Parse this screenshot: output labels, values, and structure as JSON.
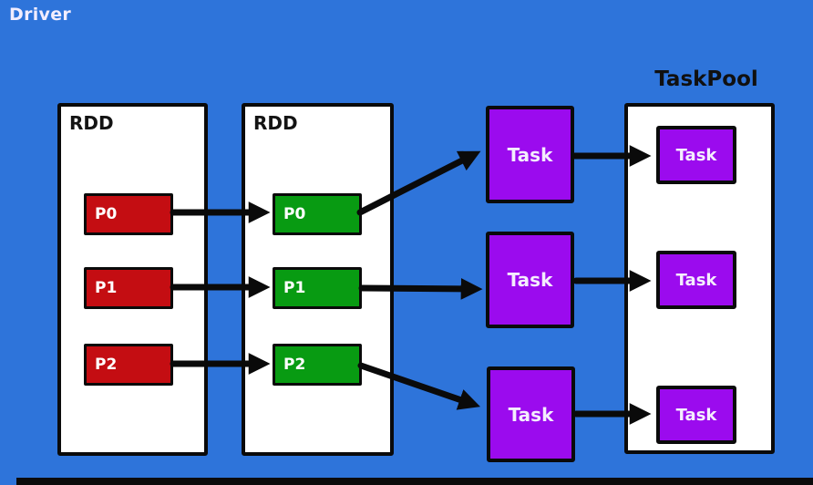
{
  "driver_label": "Driver",
  "colors": {
    "bg": "#2E74DA",
    "red": "#C40D12",
    "green": "#089B12",
    "purple": "#9B0BEE",
    "box-bg": "#FFFFFF",
    "line": "#0A0A0A",
    "driver-text": "#F2EDFE"
  },
  "rdd_left": {
    "title": "RDD",
    "partitions": [
      {
        "label": "P0"
      },
      {
        "label": "P1"
      },
      {
        "label": "P2"
      }
    ]
  },
  "rdd_right": {
    "title": "RDD",
    "partitions": [
      {
        "label": "P0"
      },
      {
        "label": "P1"
      },
      {
        "label": "P2"
      }
    ]
  },
  "stage_tasks": [
    {
      "label": "Task"
    },
    {
      "label": "Task"
    },
    {
      "label": "Task"
    }
  ],
  "task_pool": {
    "title": "TaskPool",
    "tasks": [
      {
        "label": "Task"
      },
      {
        "label": "Task"
      },
      {
        "label": "Task"
      }
    ]
  },
  "edges": [
    {
      "from": "rdd-left-partition-p0",
      "to": "rdd-right-partition-p0"
    },
    {
      "from": "rdd-left-partition-p1",
      "to": "rdd-right-partition-p1"
    },
    {
      "from": "rdd-left-partition-p2",
      "to": "rdd-right-partition-p2"
    },
    {
      "from": "rdd-right-partition-p0",
      "to": "stage-task-1"
    },
    {
      "from": "rdd-right-partition-p1",
      "to": "stage-task-2"
    },
    {
      "from": "rdd-right-partition-p2",
      "to": "stage-task-3"
    },
    {
      "from": "stage-task-1",
      "to": "taskpool-task-1"
    },
    {
      "from": "stage-task-2",
      "to": "taskpool-task-2"
    },
    {
      "from": "stage-task-3",
      "to": "taskpool-task-3"
    }
  ]
}
